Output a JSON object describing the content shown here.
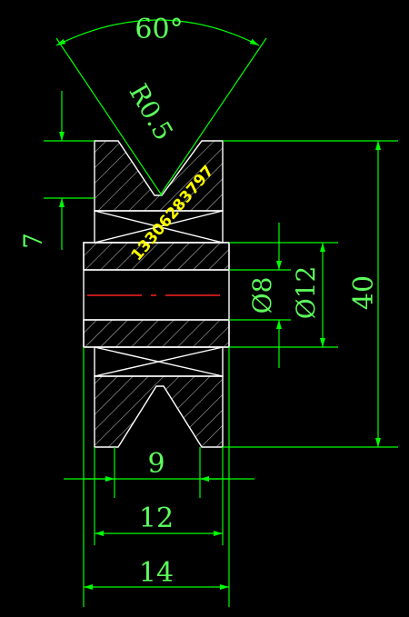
{
  "drawing": {
    "angle_label": "60°",
    "radius_label": "R0.5",
    "left_dim_label": "7",
    "bore_dim_label": "Ø8",
    "hub_dim_label": "Ø12",
    "height_dim_label": "40",
    "groove_dim_label": "9",
    "inner_width_label": "12",
    "outer_width_label": "14",
    "watermark": "13306283797"
  },
  "colors": {
    "background": "#000000",
    "outline": "#ffffff",
    "hatch": "#ffffff",
    "dimension": "#00ff00",
    "dimension_text": "#5dff5d",
    "centerline": "#ff2020",
    "watermark": "#ffff00"
  }
}
